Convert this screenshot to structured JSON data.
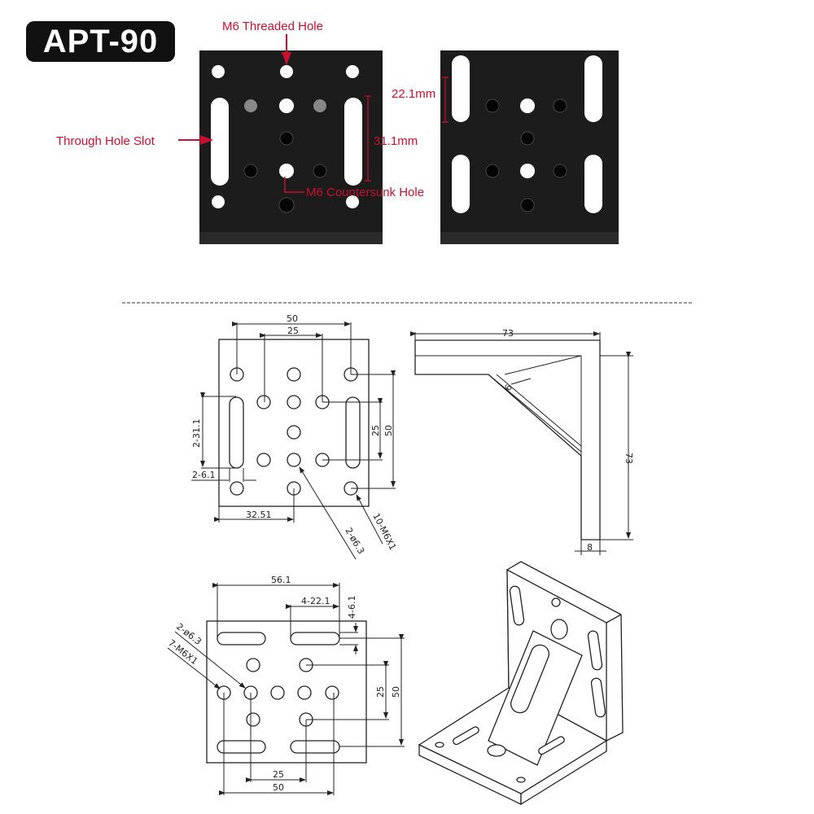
{
  "badge": "APT-90",
  "photo_labels": {
    "threaded_hole": "M6 Threaded Hole",
    "through_hole_slot": "Through Hole Slot",
    "slot_length": "31.1mm",
    "countersunk_hole": "M6 Countersunk Hole",
    "slot_length_side": "22.1mm"
  },
  "colors": {
    "annotation": "#c8102e",
    "plate": "#1a1a1a"
  },
  "front_drawing": {
    "dim_50_top": "50",
    "dim_25_top": "25",
    "dim_slot": "2-31.1",
    "dim_slot_width": "2-6.1",
    "dim_25_right": "25",
    "dim_50_right": "50",
    "dim_bottom": "32.51",
    "leader_countersunk": "2-ø6.3",
    "leader_threaded": "10-M6X1"
  },
  "side_drawing": {
    "dim_width": "73",
    "dim_height": "73",
    "dim_gusset": "6",
    "dim_thickness": "8"
  },
  "base_drawing": {
    "dim_56": "56.1",
    "dim_slot": "4-22.1",
    "dim_slot_width": "4-6.1",
    "dim_25_right": "25",
    "dim_50_right": "50",
    "dim_25_bottom": "25",
    "dim_50_bottom": "50",
    "leader_countersunk": "2-ø6.3",
    "leader_threaded": "7-M6X1"
  }
}
